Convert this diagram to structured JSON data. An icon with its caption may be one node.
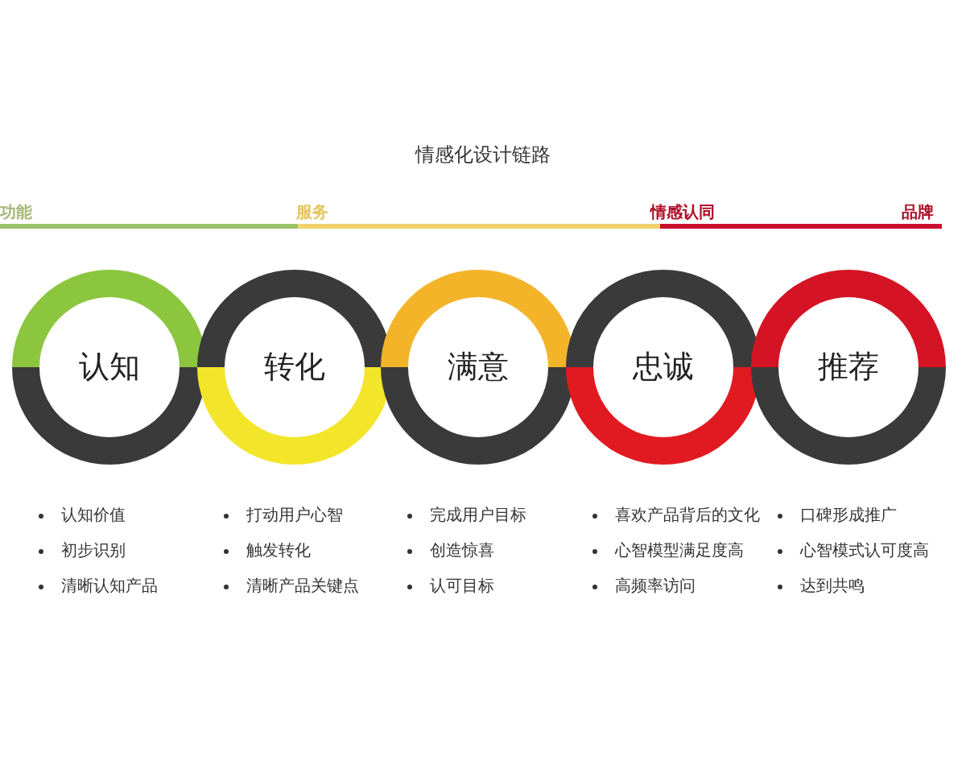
{
  "diagram": {
    "title": "情感化设计链路",
    "nodes": [
      {
        "text": [
          "认知"
        ],
        "beside": [
          "认知价值",
          "初步识别",
          "清晰认知产品"
        ]
      },
      {
        "text": [
          "转化"
        ],
        "beside": [
          "打动用户心智",
          "触发转化",
          "清晰产品关键点"
        ]
      },
      {
        "text": [
          "满意"
        ],
        "beside": [
          "完成用户目标",
          "创造惊喜",
          "认可目标"
        ]
      },
      {
        "text": [
          "忠诚"
        ],
        "beside": [
          "喜欢产品背后的文化",
          "心智模型满足度高",
          "高频率访问"
        ]
      },
      {
        "text": [
          "推荐"
        ],
        "beside": [
          "口碑形成推广",
          "心智模式认可度高",
          "达到共鸣"
        ]
      }
    ],
    "edges": [],
    "labels": [
      "功能",
      "服务",
      "情感认同",
      "品牌"
    ]
  }
}
